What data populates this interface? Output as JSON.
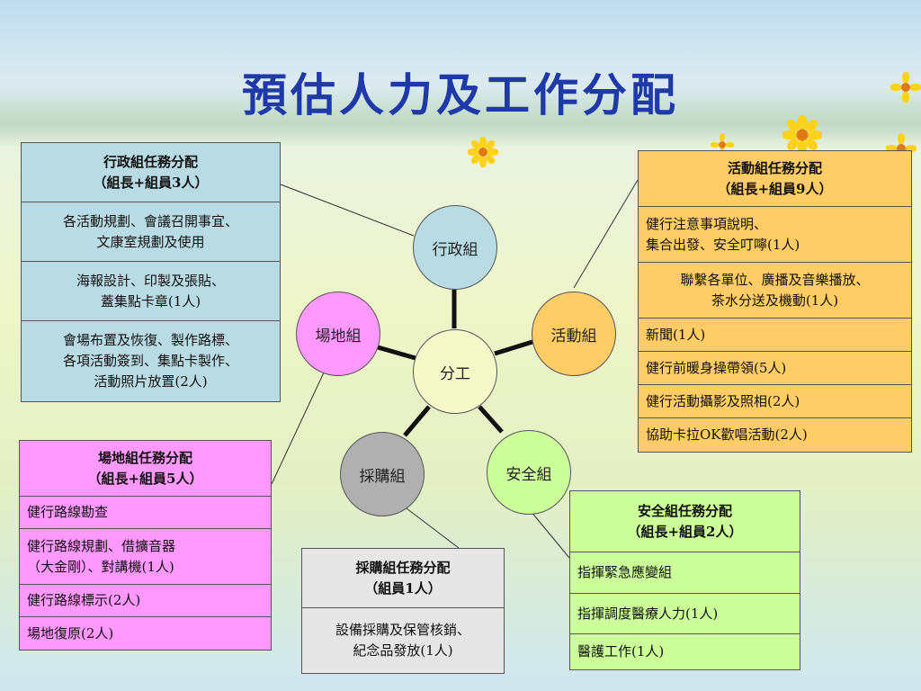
{
  "title": "預估人力及工作分配",
  "colors": {
    "admin": "#b8dbe4",
    "activity": "#ffcc66",
    "venue": "#ff99ff",
    "purchase": "#e6e6e6",
    "safety": "#ccff99",
    "center": "#f5f9c9"
  },
  "nodes": {
    "center": "分工",
    "admin": "行政組",
    "activity": "活動組",
    "venue": "場地組",
    "purchase": "採購組",
    "safety": "安全組"
  },
  "admin_box": {
    "header": [
      "行政組任務分配",
      "（組長+組員3人）"
    ],
    "rows": [
      [
        "各活動規劃、會議召開事宜、",
        "文康室規劃及使用"
      ],
      [
        "海報設計、印製及張貼、",
        "蓋集點卡章(1人)"
      ],
      [
        "會場布置及恢復、製作路標、",
        "各項活動簽到、集點卡製作、",
        "活動照片放置(2人)"
      ]
    ]
  },
  "activity_box": {
    "header": [
      "活動組任務分配",
      "（組長+組員9人）"
    ],
    "rows": [
      [
        "健行注意事項說明、",
        "集合出發、安全叮嚀(1人)"
      ],
      [
        "聯繫各單位、廣播及音樂播放、",
        "茶水分送及機動(1人)"
      ],
      [
        "新聞(1人)"
      ],
      [
        "健行前暖身操帶領(5人)"
      ],
      [
        "健行活動攝影及照相(2人)"
      ],
      [
        "協助卡拉OK歡唱活動(2人)"
      ]
    ]
  },
  "venue_box": {
    "header": [
      "場地組任務分配",
      "（組長+組員5人）"
    ],
    "rows": [
      [
        "健行路線勘查"
      ],
      [
        "健行路線規劃、借擴音器",
        "（大金剛）、對講機(1人)"
      ],
      [
        "健行路線標示(2人)"
      ],
      [
        "場地復原(2人)"
      ]
    ]
  },
  "purchase_box": {
    "header": [
      "採購組任務分配",
      "（組員1人）"
    ],
    "rows": [
      [
        "設備採購及保管核銷、",
        "紀念品發放(1人)"
      ]
    ]
  },
  "safety_box": {
    "header": [
      "安全組任務分配",
      "（組長+組員2人）"
    ],
    "rows": [
      [
        "指揮緊急應變組"
      ],
      [
        "指揮調度醫療人力(1人)"
      ],
      [
        "醫護工作(1人)"
      ]
    ]
  }
}
